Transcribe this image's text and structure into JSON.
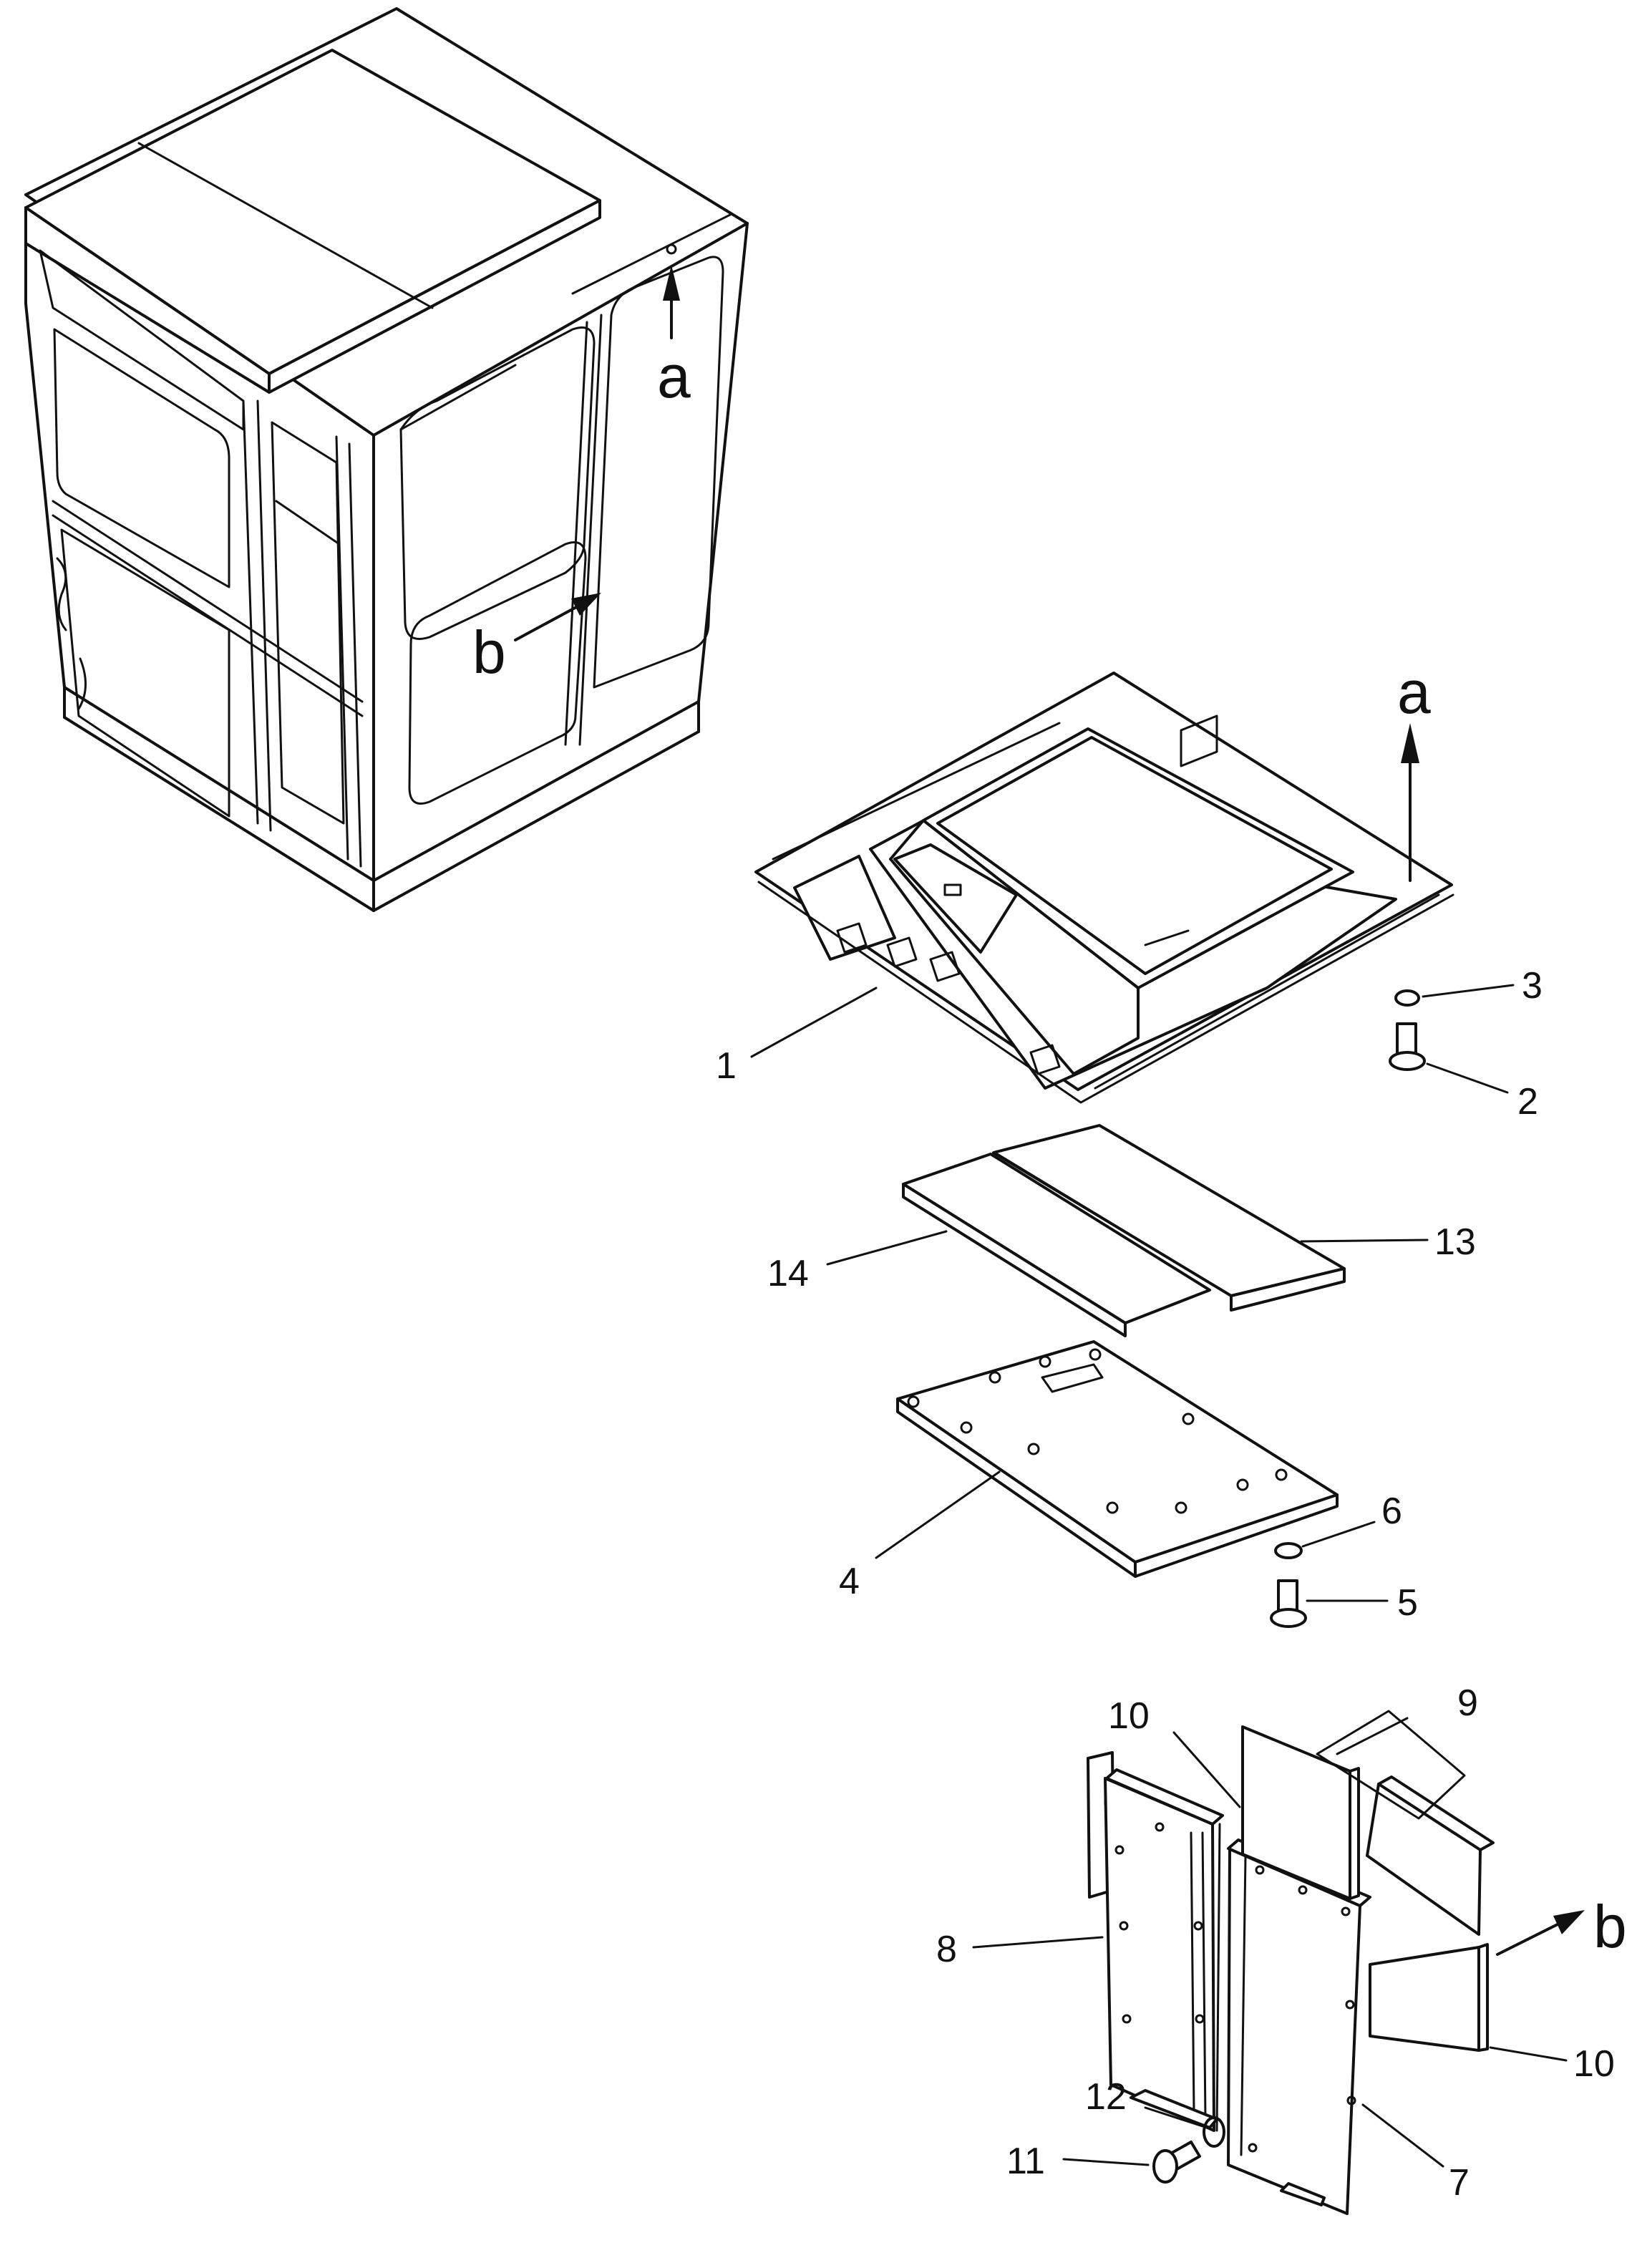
{
  "callouts": {
    "n1": "1",
    "n2": "2",
    "n3": "3",
    "n4": "4",
    "n5": "5",
    "n6": "6",
    "n7": "7",
    "n8": "8",
    "n9": "9",
    "n10a": "10",
    "n10b": "10",
    "n11": "11",
    "n12": "12",
    "n13": "13",
    "n14": "14"
  },
  "view_refs": {
    "a_cab": "a",
    "b_cab": "b",
    "a_part": "a",
    "b_part": "b"
  }
}
